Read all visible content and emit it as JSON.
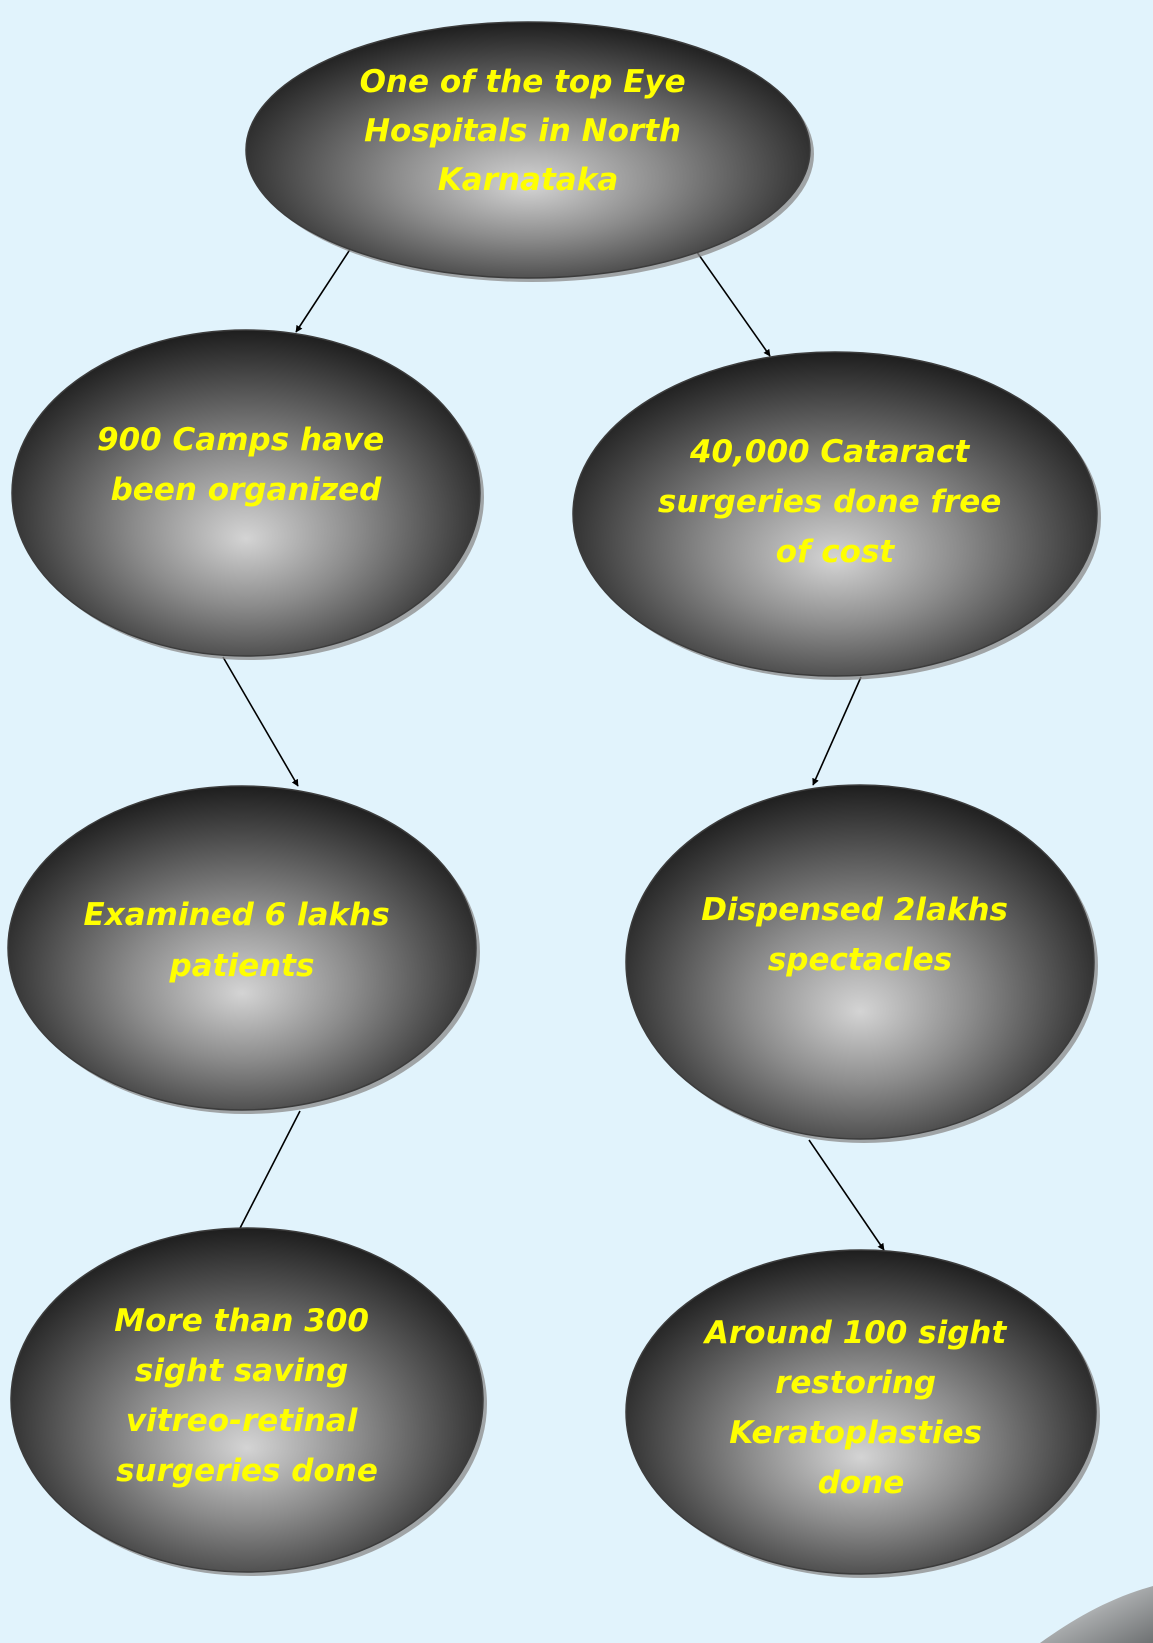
{
  "colors": {
    "background": "#e1f3fc",
    "node_text": "#ffff00",
    "node_fill_center": "#d4d4d4",
    "node_fill_edge": "#0c0c0c",
    "node_outline": "#3c3c3c",
    "node_shadow": "#8a8a8a",
    "arrow": "#000000"
  },
  "nodes": {
    "top": {
      "lines": [
        "One of the top Eye",
        "Hospitals in North",
        "Karnataka"
      ]
    },
    "camps": {
      "lines": [
        "900 Camps have",
        "been organized"
      ]
    },
    "cataract": {
      "lines": [
        "40,000 Cataract",
        "surgeries done free",
        "of cost"
      ]
    },
    "examined": {
      "lines": [
        "Examined 6 lakhs",
        "patients"
      ]
    },
    "spectacles": {
      "lines": [
        "Dispensed 2lakhs",
        "spectacles"
      ]
    },
    "vitreo": {
      "lines": [
        "More than 300",
        "sight saving",
        "vitreo-retinal",
        "surgeries done"
      ]
    },
    "kerato": {
      "lines": [
        "Around 100  sight",
        "restoring",
        "Keratoplasties",
        "done"
      ]
    }
  },
  "edges": [
    {
      "from": "top",
      "to": "camps"
    },
    {
      "from": "top",
      "to": "cataract"
    },
    {
      "from": "camps",
      "to": "examined"
    },
    {
      "from": "examined",
      "to": "vitreo"
    },
    {
      "from": "cataract",
      "to": "spectacles"
    },
    {
      "from": "spectacles",
      "to": "kerato"
    }
  ]
}
